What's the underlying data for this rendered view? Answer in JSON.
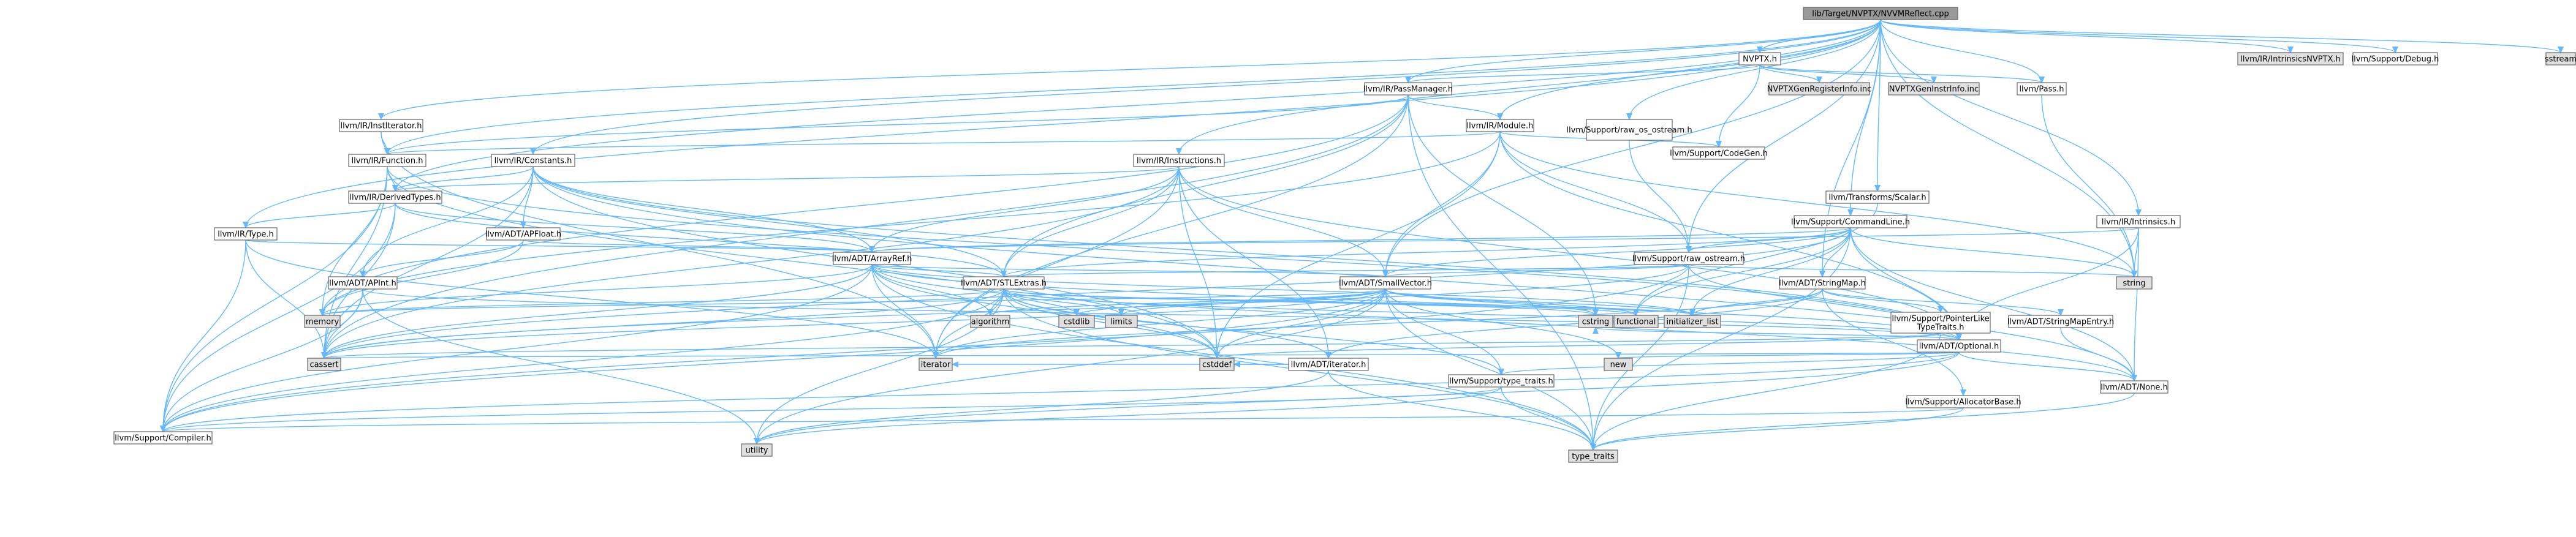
{
  "graph": {
    "title": "lib/Target/NVPTX/NVVMReflect.cpp",
    "colors": {
      "root_fill": "#999999",
      "node_fill": "#ffffff",
      "external_fill": "#e0e0e0",
      "border": "#666666",
      "link_text": "#ff0000",
      "plain_text": "#000000",
      "edge": "#63b8ff"
    },
    "nodes": [
      {
        "id": "root",
        "label": "lib/Target/NVPTX/NVVMReflect.cpp",
        "kind": "root"
      },
      {
        "id": "nvptx",
        "label": "NVPTX.h",
        "kind": "plain"
      },
      {
        "id": "intrNVPTX",
        "label": "llvm/IR/IntrinsicsNVPTX.h",
        "kind": "external"
      },
      {
        "id": "debug",
        "label": "llvm/Support/Debug.h",
        "kind": "plain"
      },
      {
        "id": "sstream",
        "label": "sstream",
        "kind": "external"
      },
      {
        "id": "passMgr",
        "label": "llvm/IR/PassManager.h",
        "kind": "link"
      },
      {
        "id": "nvptxReg",
        "label": "NVPTXGenRegisterInfo.inc",
        "kind": "external"
      },
      {
        "id": "nvptxInstr",
        "label": "NVPTXGenInstrInfo.inc",
        "kind": "external"
      },
      {
        "id": "pass",
        "label": "llvm/Pass.h",
        "kind": "link"
      },
      {
        "id": "instIter",
        "label": "llvm/IR/InstIterator.h",
        "kind": "link"
      },
      {
        "id": "module",
        "label": "llvm/IR/Module.h",
        "kind": "link"
      },
      {
        "id": "rawOs",
        "label": "llvm/Support/raw_os_ostream.h",
        "kind": "link"
      },
      {
        "id": "codeGen",
        "label": "llvm/Support/CodeGen.h",
        "kind": "plain"
      },
      {
        "id": "function",
        "label": "llvm/IR/Function.h",
        "kind": "link"
      },
      {
        "id": "constants",
        "label": "llvm/IR/Constants.h",
        "kind": "link"
      },
      {
        "id": "instructions",
        "label": "llvm/IR/Instructions.h",
        "kind": "link"
      },
      {
        "id": "scalar",
        "label": "llvm/Transforms/Scalar.h",
        "kind": "link"
      },
      {
        "id": "intrinsics",
        "label": "llvm/IR/Intrinsics.h",
        "kind": "link"
      },
      {
        "id": "derivedTypes",
        "label": "llvm/IR/DerivedTypes.h",
        "kind": "link"
      },
      {
        "id": "commandLine",
        "label": "llvm/Support/CommandLine.h",
        "kind": "link"
      },
      {
        "id": "type",
        "label": "llvm/IR/Type.h",
        "kind": "link"
      },
      {
        "id": "apfloat",
        "label": "llvm/ADT/APFloat.h",
        "kind": "link"
      },
      {
        "id": "arrayRef",
        "label": "llvm/ADT/ArrayRef.h",
        "kind": "link"
      },
      {
        "id": "rawOstream",
        "label": "llvm/Support/raw_ostream.h",
        "kind": "link"
      },
      {
        "id": "string",
        "label": "string",
        "kind": "external"
      },
      {
        "id": "apint",
        "label": "llvm/ADT/APInt.h",
        "kind": "link"
      },
      {
        "id": "stlExtras",
        "label": "llvm/ADT/STLExtras.h",
        "kind": "link"
      },
      {
        "id": "smallVector",
        "label": "llvm/ADT/SmallVector.h",
        "kind": "plain"
      },
      {
        "id": "stringMap",
        "label": "llvm/ADT/StringMap.h",
        "kind": "plain"
      },
      {
        "id": "memory",
        "label": "memory",
        "kind": "external"
      },
      {
        "id": "algorithm",
        "label": "algorithm",
        "kind": "external"
      },
      {
        "id": "cstdlib",
        "label": "cstdlib",
        "kind": "external"
      },
      {
        "id": "limits",
        "label": "limits",
        "kind": "external"
      },
      {
        "id": "cstring",
        "label": "cstring",
        "kind": "external"
      },
      {
        "id": "functional",
        "label": "functional",
        "kind": "external"
      },
      {
        "id": "initList",
        "label": "initializer_list",
        "kind": "external"
      },
      {
        "id": "ptrLike",
        "label": "llvm/Support/PointerLike\nTypeTraits.h",
        "kind": "link"
      },
      {
        "id": "stringMapEntry",
        "label": "llvm/ADT/StringMapEntry.h",
        "kind": "plain"
      },
      {
        "id": "optional",
        "label": "llvm/ADT/Optional.h",
        "kind": "link"
      },
      {
        "id": "iteratorH",
        "label": "llvm/ADT/iterator.h",
        "kind": "link"
      },
      {
        "id": "cassert",
        "label": "cassert",
        "kind": "external"
      },
      {
        "id": "iterator",
        "label": "iterator",
        "kind": "external"
      },
      {
        "id": "cstddef",
        "label": "cstddef",
        "kind": "external"
      },
      {
        "id": "typeTraitsH",
        "label": "llvm/Support/type_traits.h",
        "kind": "plain"
      },
      {
        "id": "newH",
        "label": "new",
        "kind": "external"
      },
      {
        "id": "none",
        "label": "llvm/ADT/None.h",
        "kind": "plain"
      },
      {
        "id": "allocBase",
        "label": "llvm/Support/AllocatorBase.h",
        "kind": "link"
      },
      {
        "id": "compiler",
        "label": "llvm/Support/Compiler.h",
        "kind": "link"
      },
      {
        "id": "utility",
        "label": "utility",
        "kind": "external"
      },
      {
        "id": "typeTraits",
        "label": "type_traits",
        "kind": "external"
      }
    ],
    "edges": [
      [
        "root",
        "nvptx"
      ],
      [
        "root",
        "intrNVPTX"
      ],
      [
        "root",
        "debug"
      ],
      [
        "root",
        "sstream"
      ],
      [
        "root",
        "passMgr"
      ],
      [
        "root",
        "pass"
      ],
      [
        "root",
        "instIter"
      ],
      [
        "root",
        "module"
      ],
      [
        "root",
        "rawOs"
      ],
      [
        "root",
        "constants"
      ],
      [
        "root",
        "instructions"
      ],
      [
        "root",
        "scalar"
      ],
      [
        "root",
        "intrinsics"
      ],
      [
        "root",
        "derivedTypes"
      ],
      [
        "root",
        "commandLine"
      ],
      [
        "root",
        "type"
      ],
      [
        "root",
        "function"
      ],
      [
        "root",
        "smallVector"
      ],
      [
        "root",
        "stringMap"
      ],
      [
        "root",
        "rawOstream"
      ],
      [
        "root",
        "string"
      ],
      [
        "nvptx",
        "passMgr"
      ],
      [
        "nvptx",
        "nvptxReg"
      ],
      [
        "nvptx",
        "nvptxInstr"
      ],
      [
        "nvptx",
        "pass"
      ],
      [
        "nvptx",
        "codeGen"
      ],
      [
        "pass",
        "string"
      ],
      [
        "passMgr",
        "module"
      ],
      [
        "passMgr",
        "function"
      ],
      [
        "passMgr",
        "stlExtras"
      ],
      [
        "passMgr",
        "memory"
      ],
      [
        "passMgr",
        "cstring"
      ],
      [
        "passMgr",
        "iterator"
      ],
      [
        "passMgr",
        "typeTraits"
      ],
      [
        "passMgr",
        "cassert"
      ],
      [
        "instIter",
        "function"
      ],
      [
        "instIter",
        "iterator"
      ],
      [
        "module",
        "function"
      ],
      [
        "module",
        "codeGen"
      ],
      [
        "module",
        "smallVector"
      ],
      [
        "module",
        "optional"
      ],
      [
        "module",
        "cstddef"
      ],
      [
        "module",
        "memory"
      ],
      [
        "module",
        "string"
      ],
      [
        "module",
        "rawOstream"
      ],
      [
        "rawOs",
        "rawOstream"
      ],
      [
        "function",
        "derivedTypes"
      ],
      [
        "function",
        "memory"
      ],
      [
        "function",
        "cstddef"
      ],
      [
        "function",
        "compiler"
      ],
      [
        "function",
        "cassert"
      ],
      [
        "function",
        "optional"
      ],
      [
        "constants",
        "derivedTypes"
      ],
      [
        "constants",
        "apfloat"
      ],
      [
        "constants",
        "apint"
      ],
      [
        "constants",
        "arrayRef"
      ],
      [
        "constants",
        "stlExtras"
      ],
      [
        "constants",
        "cassert"
      ],
      [
        "constants",
        "cstddef"
      ],
      [
        "constants",
        "optional"
      ],
      [
        "constants",
        "none"
      ],
      [
        "instructions",
        "derivedTypes"
      ],
      [
        "instructions",
        "arrayRef"
      ],
      [
        "instructions",
        "stlExtras"
      ],
      [
        "instructions",
        "smallVector"
      ],
      [
        "instructions",
        "iteratorH"
      ],
      [
        "instructions",
        "cassert"
      ],
      [
        "instructions",
        "cstddef"
      ],
      [
        "instructions",
        "iterator"
      ],
      [
        "instructions",
        "optional"
      ],
      [
        "scalar",
        "functional"
      ],
      [
        "intrinsics",
        "arrayRef"
      ],
      [
        "intrinsics",
        "optional"
      ],
      [
        "intrinsics",
        "none"
      ],
      [
        "intrinsics",
        "string"
      ],
      [
        "derivedTypes",
        "type"
      ],
      [
        "derivedTypes",
        "arrayRef"
      ],
      [
        "derivedTypes",
        "stlExtras"
      ],
      [
        "derivedTypes",
        "compiler"
      ],
      [
        "derivedTypes",
        "cassert"
      ],
      [
        "type",
        "arrayRef"
      ],
      [
        "type",
        "compiler"
      ],
      [
        "type",
        "cassert"
      ],
      [
        "type",
        "iterator"
      ],
      [
        "commandLine",
        "arrayRef"
      ],
      [
        "commandLine",
        "stlExtras"
      ],
      [
        "commandLine",
        "smallVector"
      ],
      [
        "commandLine",
        "stringMap"
      ],
      [
        "commandLine",
        "rawOstream"
      ],
      [
        "commandLine",
        "optional"
      ],
      [
        "commandLine",
        "none"
      ],
      [
        "commandLine",
        "cassert"
      ],
      [
        "commandLine",
        "functional"
      ],
      [
        "commandLine",
        "initList"
      ],
      [
        "commandLine",
        "string"
      ],
      [
        "commandLine",
        "typeTraits"
      ],
      [
        "apfloat",
        "apint"
      ],
      [
        "apfloat",
        "arrayRef"
      ],
      [
        "apfloat",
        "memory"
      ],
      [
        "apint",
        "compiler"
      ],
      [
        "apint",
        "cassert"
      ],
      [
        "apint",
        "optional"
      ],
      [
        "apint",
        "utility"
      ],
      [
        "arrayRef",
        "stlExtras"
      ],
      [
        "arrayRef",
        "smallVector"
      ],
      [
        "arrayRef",
        "compiler"
      ],
      [
        "arrayRef",
        "algorithm"
      ],
      [
        "arrayRef",
        "cassert"
      ],
      [
        "arrayRef",
        "cstddef"
      ],
      [
        "arrayRef",
        "initList"
      ],
      [
        "arrayRef",
        "iterator"
      ],
      [
        "arrayRef",
        "memory"
      ],
      [
        "arrayRef",
        "typeTraits"
      ],
      [
        "arrayRef",
        "optional"
      ],
      [
        "arrayRef",
        "none"
      ],
      [
        "rawOstream",
        "compiler"
      ],
      [
        "rawOstream",
        "stlExtras"
      ],
      [
        "rawOstream",
        "smallVector"
      ],
      [
        "rawOstream",
        "optional"
      ],
      [
        "rawOstream",
        "cassert"
      ],
      [
        "rawOstream",
        "string"
      ],
      [
        "rawOstream",
        "typeTraits"
      ],
      [
        "stlExtras",
        "iteratorH"
      ],
      [
        "stlExtras",
        "optional"
      ],
      [
        "stlExtras",
        "typeTraitsH"
      ],
      [
        "stlExtras",
        "compiler"
      ],
      [
        "stlExtras",
        "algorithm"
      ],
      [
        "stlExtras",
        "cassert"
      ],
      [
        "stlExtras",
        "cstddef"
      ],
      [
        "stlExtras",
        "cstdlib"
      ],
      [
        "stlExtras",
        "functional"
      ],
      [
        "stlExtras",
        "initList"
      ],
      [
        "stlExtras",
        "iterator"
      ],
      [
        "stlExtras",
        "limits"
      ],
      [
        "stlExtras",
        "memory"
      ],
      [
        "stlExtras",
        "typeTraits"
      ],
      [
        "stlExtras",
        "utility"
      ],
      [
        "stlExtras",
        "cstring"
      ],
      [
        "smallVector",
        "compiler"
      ],
      [
        "smallVector",
        "typeTraitsH"
      ],
      [
        "smallVector",
        "algorithm"
      ],
      [
        "smallVector",
        "cassert"
      ],
      [
        "smallVector",
        "cstddef"
      ],
      [
        "smallVector",
        "cstdlib"
      ],
      [
        "smallVector",
        "cstring"
      ],
      [
        "smallVector",
        "functional"
      ],
      [
        "smallVector",
        "initList"
      ],
      [
        "smallVector",
        "iterator"
      ],
      [
        "smallVector",
        "limits"
      ],
      [
        "smallVector",
        "memory"
      ],
      [
        "smallVector",
        "newH"
      ],
      [
        "smallVector",
        "typeTraits"
      ],
      [
        "smallVector",
        "utility"
      ],
      [
        "stringMap",
        "stringMapEntry"
      ],
      [
        "stringMap",
        "iteratorH"
      ],
      [
        "stringMap",
        "allocBase"
      ],
      [
        "stringMap",
        "ptrLike"
      ],
      [
        "stringMap",
        "initList"
      ],
      [
        "stringMap",
        "iterator"
      ],
      [
        "stringMapEntry",
        "none"
      ],
      [
        "optional",
        "none"
      ],
      [
        "optional",
        "compiler"
      ],
      [
        "optional",
        "typeTraitsH"
      ],
      [
        "optional",
        "cassert"
      ],
      [
        "optional",
        "cstring"
      ],
      [
        "optional",
        "newH"
      ],
      [
        "optional",
        "utility"
      ],
      [
        "iteratorH",
        "cstddef"
      ],
      [
        "iteratorH",
        "iterator"
      ],
      [
        "iteratorH",
        "utility"
      ],
      [
        "iteratorH",
        "typeTraits"
      ],
      [
        "ptrLike",
        "cassert"
      ],
      [
        "ptrLike",
        "cstddef"
      ],
      [
        "ptrLike",
        "typeTraits"
      ],
      [
        "allocBase",
        "compiler"
      ],
      [
        "allocBase",
        "typeTraits"
      ],
      [
        "typeTraitsH",
        "utility"
      ],
      [
        "typeTraitsH",
        "typeTraits"
      ],
      [
        "typeTraitsH",
        "compiler"
      ],
      [
        "none",
        "typeTraits"
      ]
    ]
  }
}
